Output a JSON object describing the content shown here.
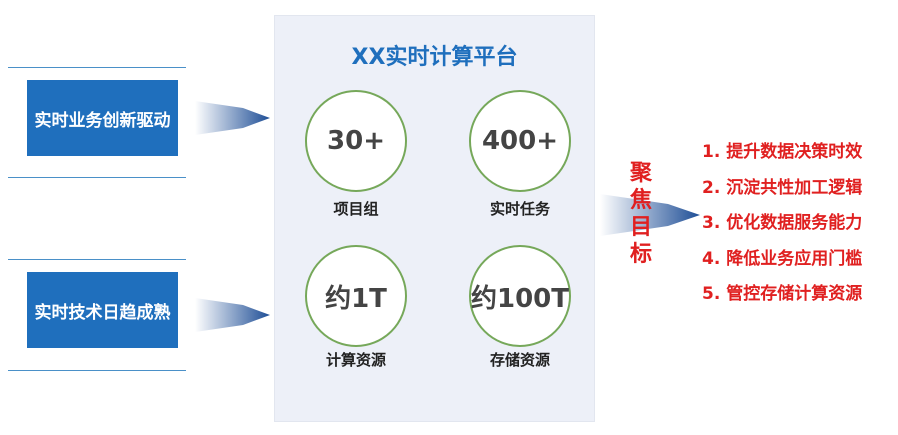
{
  "left": {
    "drivers": [
      {
        "label": "实时业务创新驱动"
      },
      {
        "label": "实时技术日趋成熟"
      }
    ]
  },
  "platform": {
    "title": "XX实时计算平台",
    "metrics": [
      {
        "value": "30+",
        "label": "项目组"
      },
      {
        "value": "400+",
        "label": "实时任务"
      },
      {
        "value": "约1T",
        "label": "计算资源"
      },
      {
        "value": "约100T",
        "label": "存储资源"
      }
    ]
  },
  "focus": {
    "label": "聚焦目标",
    "goals": [
      "1. 提升数据决策时效",
      "2. 沉淀共性加工逻辑",
      "3. 优化数据服务能力",
      "4. 降低业务应用门槛",
      "5. 管控存储计算资源"
    ]
  },
  "colors": {
    "driver_box": "#1f6fbd",
    "title": "#1f6fbd",
    "circle_border": "#76a85a",
    "goal_text": "#e02020",
    "platform_bg": "#edf0f8"
  }
}
